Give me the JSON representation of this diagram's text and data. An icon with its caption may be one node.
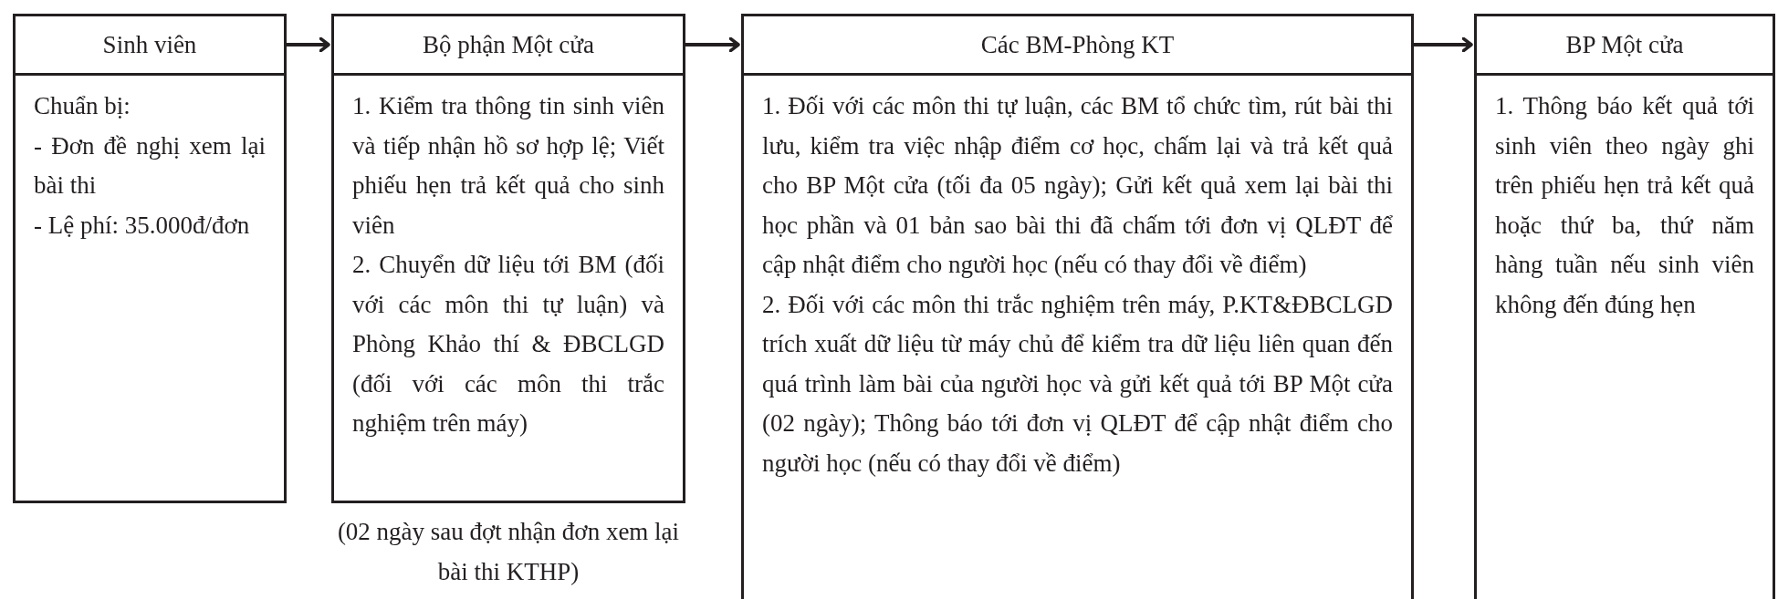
{
  "diagram": {
    "nodes": [
      {
        "text": [
          "Sinh viên"
        ]
      },
      {
        "text": [
          "Chuẩn bị:",
          "- Đơn đề nghị xem lại bài thi",
          "- Lệ phí: 35.000đ/đơn"
        ]
      },
      {
        "text": [
          "Bộ phận Một cửa"
        ]
      },
      {
        "text": [
          "1. Kiểm tra thông tin sinh viên và tiếp nhận hồ sơ hợp lệ; Viết phiếu hẹn trả kết quả cho sinh viên",
          "2. Chuyển dữ liệu tới BM (đối với các môn thi tự luận) và Phòng Khảo thí & ĐBCLGD (đối với các môn thi trắc nghiệm trên máy)"
        ],
        "beside": [
          "(02 ngày sau đợt nhận đơn xem lại bài thi KTHP)"
        ]
      },
      {
        "text": [
          "Các BM-Phòng KT"
        ]
      },
      {
        "text": [
          "1. Đối với các môn thi tự luận, các BM tổ chức tìm, rút bài thi lưu, kiểm tra việc nhập điểm cơ học, chấm lại và trả kết quả cho BP Một cửa (tối đa 05 ngày); Gửi kết quả xem lại bài thi học phần và 01 bản sao bài thi đã chấm tới đơn vị QLĐT để cập nhật điểm cho người học (nếu có thay đổi về điểm)",
          "2. Đối với các môn thi trắc nghiệm trên máy, P.KT&ĐBCLGD trích xuất dữ liệu từ máy chủ để kiểm tra dữ liệu liên quan đến quá trình làm bài của người học và gửi kết quả tới BP Một cửa (02 ngày); Thông báo tới đơn vị QLĐT để cập nhật điểm cho người học (nếu có thay đổi về điểm)"
        ]
      },
      {
        "text": [
          "BP Một cửa"
        ]
      },
      {
        "text": [
          "1. Thông báo kết quả tới sinh viên theo ngày ghi trên phiếu hẹn trả kết quả hoặc thứ ba, thứ năm hàng tuần nếu sinh viên không đến đúng hẹn"
        ]
      }
    ],
    "edges": [
      {
        "from": 0,
        "to": 2,
        "arrow": "to"
      },
      {
        "from": 2,
        "to": 4,
        "arrow": "to"
      },
      {
        "from": 4,
        "to": 6,
        "arrow": "to"
      }
    ]
  }
}
